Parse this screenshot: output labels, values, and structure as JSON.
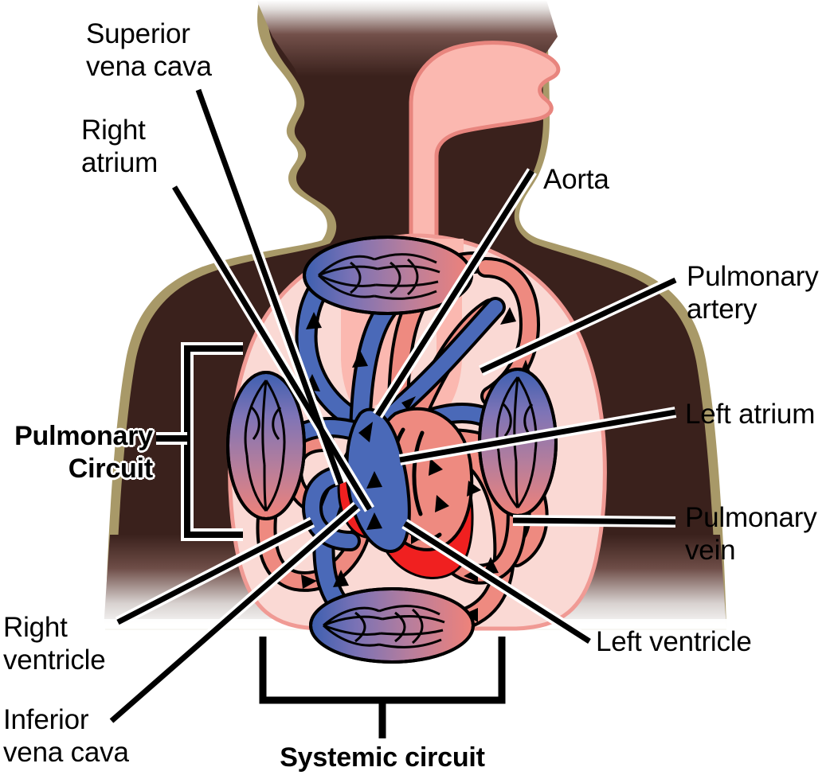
{
  "diagram": {
    "title": "Human double circulation: pulmonary and systemic circuits",
    "subject": "circulatory-system"
  },
  "labels": {
    "superior_vena_cava": "Superior\nvena cava",
    "right_atrium": "Right\natrium",
    "aorta": "Aorta",
    "pulmonary_artery": "Pulmonary\nartery",
    "left_atrium": "Left atrium",
    "pulmonary_vein": "Pulmonary\nvein",
    "left_ventricle": "Left ventricle",
    "right_ventricle": "Right\nventricle",
    "inferior_vena_cava": "Inferior\nvena cava",
    "pulmonary_circuit": "Pulmonary\nCircuit",
    "systemic_circuit": "Systemic circuit"
  },
  "colors": {
    "deoxygenated_blue": "#4A69B8",
    "oxygenated_red": "#EE8A80",
    "heart_bright_red": "#F02020",
    "capillary_purple": "#8B7BB5",
    "body_silhouette": "#3A211C",
    "body_outline": "#A89968",
    "lung_fill": "#FAD9D4",
    "lung_outline": "#F09A94",
    "airway_pink": "#FBB8B0",
    "airway_outline": "#E8857E",
    "leader_line": "#000000",
    "leader_halo": "#FFFFFF",
    "text": "#000000"
  },
  "structures": {
    "capillary_beds": [
      {
        "name": "head-and-upper-body-capillaries",
        "position": "top-center"
      },
      {
        "name": "left-lung-capillaries",
        "position": "mid-left"
      },
      {
        "name": "right-lung-capillaries",
        "position": "mid-right"
      },
      {
        "name": "lower-body-capillaries",
        "position": "bottom-center"
      }
    ],
    "chambers": [
      "right atrium",
      "right ventricle",
      "left atrium",
      "left ventricle"
    ],
    "vessels": [
      "superior vena cava",
      "inferior vena cava",
      "aorta",
      "pulmonary artery",
      "pulmonary vein"
    ]
  },
  "brackets": {
    "pulmonary_circuit": "left-facing bracket spanning both lungs",
    "systemic_circuit": "downward bracket spanning lower body capillaries"
  }
}
